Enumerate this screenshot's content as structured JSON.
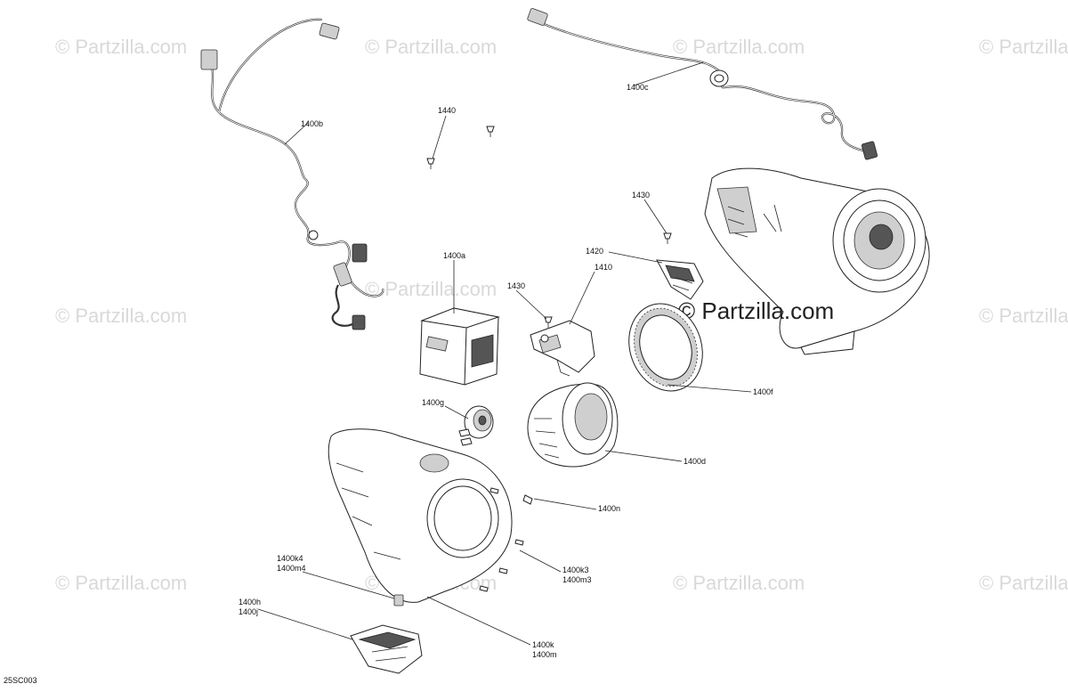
{
  "watermark": {
    "text": "© Partzilla.com",
    "color": "#d9d9d9"
  },
  "main_watermark": "© Partzilla.com",
  "drawing_code": "25SC003",
  "labels": {
    "l1440": "1440",
    "l1400b": "1400b",
    "l1400c": "1400c",
    "l1430a": "1430",
    "l1420": "1420",
    "l1410": "1410",
    "l1400a": "1400a",
    "l1430b": "1430",
    "l1400f": "1400f",
    "l1400g": "1400g",
    "l1400d": "1400d",
    "l1400n": "1400n",
    "l1400k4": "1400k4",
    "l1400m4": "1400m4",
    "l1400k3": "1400k3",
    "l1400m3": "1400m3",
    "l1400h": "1400h",
    "l1400j": "1400j",
    "l1400k": "1400k",
    "l1400m": "1400m"
  }
}
